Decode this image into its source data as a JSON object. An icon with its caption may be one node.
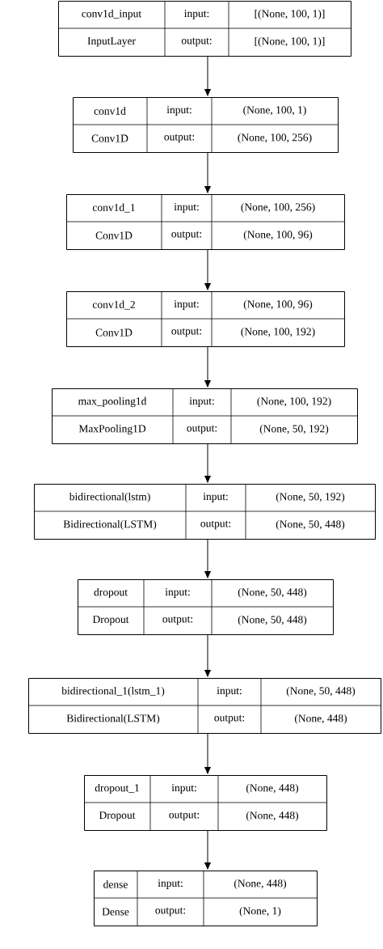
{
  "diagram": {
    "nodes": [
      {
        "text": [
          "conv1d_input",
          "input:",
          "[(None, 100, 1)]",
          "InputLayer",
          "output:",
          "[(None, 100, 1)]"
        ]
      },
      {
        "text": [
          "conv1d",
          "input:",
          "(None, 100, 1)",
          "Conv1D",
          "output:",
          "(None, 100, 256)"
        ]
      },
      {
        "text": [
          "conv1d_1",
          "input:",
          "(None, 100, 256)",
          "Conv1D",
          "output:",
          "(None, 100, 96)"
        ]
      },
      {
        "text": [
          "conv1d_2",
          "input:",
          "(None, 100, 96)",
          "Conv1D",
          "output:",
          "(None, 100, 192)"
        ]
      },
      {
        "text": [
          "max_pooling1d",
          "input:",
          "(None, 100, 192)",
          "MaxPooling1D",
          "output:",
          "(None, 50, 192)"
        ]
      },
      {
        "text": [
          "bidirectional(lstm)",
          "input:",
          "(None, 50, 192)",
          "Bidirectional(LSTM)",
          "output:",
          "(None, 50, 448)"
        ]
      },
      {
        "text": [
          "dropout",
          "input:",
          "(None, 50, 448)",
          "Dropout",
          "output:",
          "(None, 50, 448)"
        ]
      },
      {
        "text": [
          "bidirectional_1(lstm_1)",
          "input:",
          "(None, 50, 448)",
          "Bidirectional(LSTM)",
          "output:",
          "(None, 448)"
        ]
      },
      {
        "text": [
          "dropout_1",
          "input:",
          "(None, 448)",
          "Dropout",
          "output:",
          "(None, 448)"
        ]
      },
      {
        "text": [
          "dense",
          "input:",
          "(None, 448)",
          "Dense",
          "output:",
          "(None, 1)"
        ]
      }
    ],
    "edges": [
      {
        "from": 0,
        "to": 1,
        "arrow": "to"
      },
      {
        "from": 1,
        "to": 2,
        "arrow": "to"
      },
      {
        "from": 2,
        "to": 3,
        "arrow": "to"
      },
      {
        "from": 3,
        "to": 4,
        "arrow": "to"
      },
      {
        "from": 4,
        "to": 5,
        "arrow": "to"
      },
      {
        "from": 5,
        "to": 6,
        "arrow": "to"
      },
      {
        "from": 6,
        "to": 7,
        "arrow": "to"
      },
      {
        "from": 7,
        "to": 8,
        "arrow": "to"
      },
      {
        "from": 8,
        "to": 9,
        "arrow": "to"
      }
    ]
  }
}
